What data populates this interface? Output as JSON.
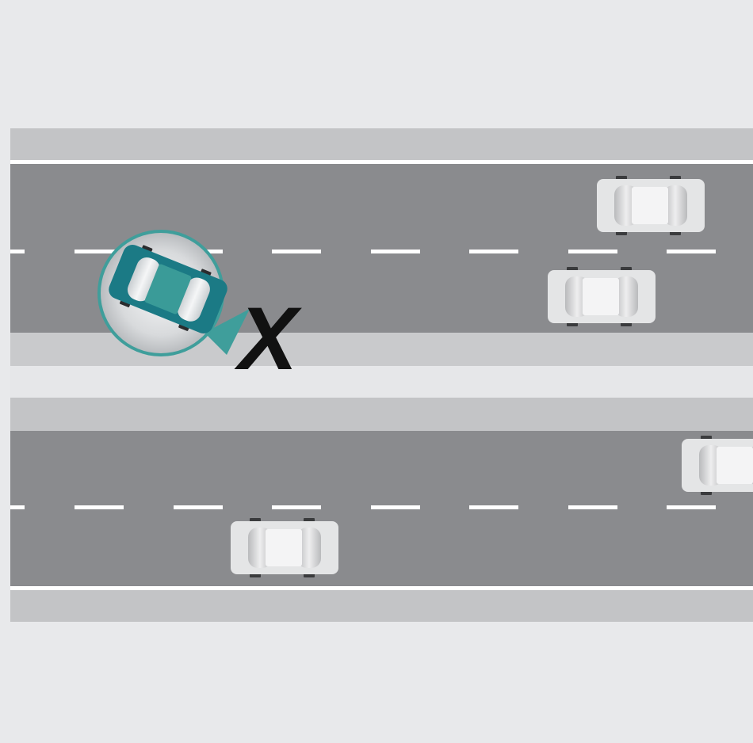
{
  "labels": {
    "error_mark": "X"
  },
  "colors": {
    "background": "#e8e9eb",
    "shoulder": "#c3c4c6",
    "asphalt": "#8a8b8e",
    "lane_marking": "#ffffff",
    "median": "#e6e7e9",
    "car_body": "#e4e5e6",
    "car_glass": "#cdced0",
    "highlight_car": "#1b7a85",
    "highlight_ring": "#3f9e9b",
    "error_mark": "#111111"
  },
  "scene": {
    "carriageways": 2,
    "lanes_per_carriageway": 2,
    "other_vehicle_count": 4,
    "highlighted_vehicle": "car-highlighted",
    "error_icon": "x-mark-icon"
  }
}
